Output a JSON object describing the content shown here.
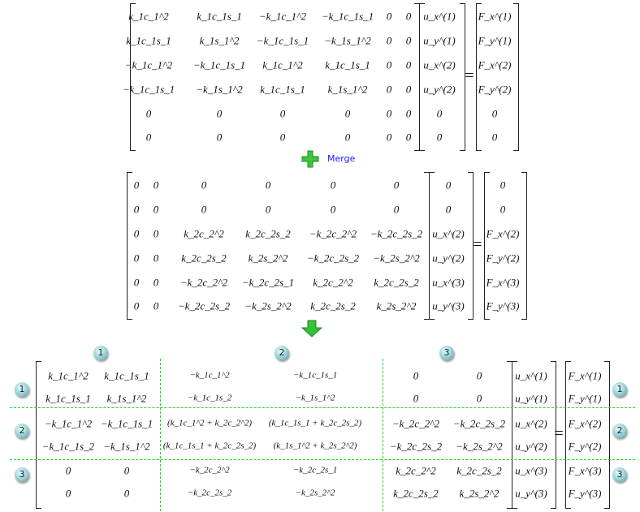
{
  "merge_label": "Merge",
  "equals": "=",
  "matrix1": {
    "K": [
      [
        "k_1c_1^2",
        "k_1c_1s_1",
        "−k_1c_1^2",
        "−k_1c_1s_1",
        "0",
        "0"
      ],
      [
        "k_1c_1s_1",
        "k_1s_1^2",
        "−k_1c_1s_1",
        "−k_1s_1^2",
        "0",
        "0"
      ],
      [
        "−k_1c_1^2",
        "−k_1c_1s_1",
        "k_1c_1^2",
        "k_1c_1s_1",
        "0",
        "0"
      ],
      [
        "−k_1c_1s_1",
        "−k_1s_1^2",
        "k_1c_1s_1",
        "k_1s_1^2",
        "0",
        "0"
      ],
      [
        "0",
        "0",
        "0",
        "0",
        "0",
        "0"
      ],
      [
        "0",
        "0",
        "0",
        "0",
        "0",
        "0"
      ]
    ],
    "u": [
      "u_x^(1)",
      "u_y^(1)",
      "u_x^(2)",
      "u_y^(2)",
      "0",
      "0"
    ],
    "F": [
      "F_x^(1)",
      "F_y^(1)",
      "F_x^(2)",
      "F_y^(2)",
      "0",
      "0"
    ]
  },
  "matrix2": {
    "K": [
      [
        "0",
        "0",
        "0",
        "0",
        "0",
        "0"
      ],
      [
        "0",
        "0",
        "0",
        "0",
        "0",
        "0"
      ],
      [
        "0",
        "0",
        "k_2c_2^2",
        "k_2c_2s_2",
        "−k_2c_2^2",
        "−k_2c_2s_2"
      ],
      [
        "0",
        "0",
        "k_2c_2s_2",
        "k_2s_2^2",
        "−k_2c_2s_2",
        "−k_2s_2^2"
      ],
      [
        "0",
        "0",
        "−k_2c_2^2",
        "−k_2c_2s_1",
        "k_2c_2^2",
        "k_2c_2s_2"
      ],
      [
        "0",
        "0",
        "−k_2c_2s_2",
        "−k_2s_2^2",
        "k_2c_2s_2",
        "k_2s_2^2"
      ]
    ],
    "u": [
      "0",
      "0",
      "u_x^(2)",
      "u_y^(2)",
      "u_x^(3)",
      "u_y^(3)"
    ],
    "F": [
      "0",
      "0",
      "F_x^(2)",
      "F_y^(2)",
      "F_x^(3)",
      "F_y^(3)"
    ]
  },
  "matrix3": {
    "K": [
      [
        "k_1c_1^2",
        "k_1c_1s_1",
        "−k_1c_1^2",
        "−k_1c_1s_1",
        "0",
        "0"
      ],
      [
        "k_1c_1s_1",
        "k_1s_1^2",
        "−k_1c_1s_2",
        "−k_1s_1^2",
        "0",
        "0"
      ],
      [
        "−k_1c_1^2",
        "−k_1c_1s_1",
        "(k_1c_1^2 + k_2c_2^2)",
        "(k_1c_1s_1 + k_2c_2s_2)",
        "−k_2c_2^2",
        "−k_2c_2s_2"
      ],
      [
        "−k_1c_1s_2",
        "−k_1s_1^2",
        "(k_1c_1s_1 + k_2c_2s_2)",
        "(k_1s_1^2 + k_2s_2^2)",
        "−k_2c_2s_2",
        "−k_2s_2^2"
      ],
      [
        "0",
        "0",
        "−k_2c_2^2",
        "−k_2c_2s_1",
        "k_2c_2^2",
        "k_2c_2s_2"
      ],
      [
        "0",
        "0",
        "−k_2c_2s_2",
        "−k_2s_2^2",
        "k_2c_2s_2",
        "k_2s_2^2"
      ]
    ],
    "u": [
      "u_x^(1)",
      "u_y^(1)",
      "u_x^(2)",
      "u_y^(2)",
      "u_x^(3)",
      "u_y^(3)"
    ],
    "F": [
      "F_x^(1)",
      "F_y^(1)",
      "F_x^(2)",
      "F_y^(2)",
      "F_x^(3)",
      "F_y^(3)"
    ]
  },
  "node_labels": [
    "1",
    "2",
    "3"
  ],
  "colors": {
    "dashed": "#1ed81e",
    "merge_text": "#1a1aff",
    "arrow": "#2db52d"
  }
}
